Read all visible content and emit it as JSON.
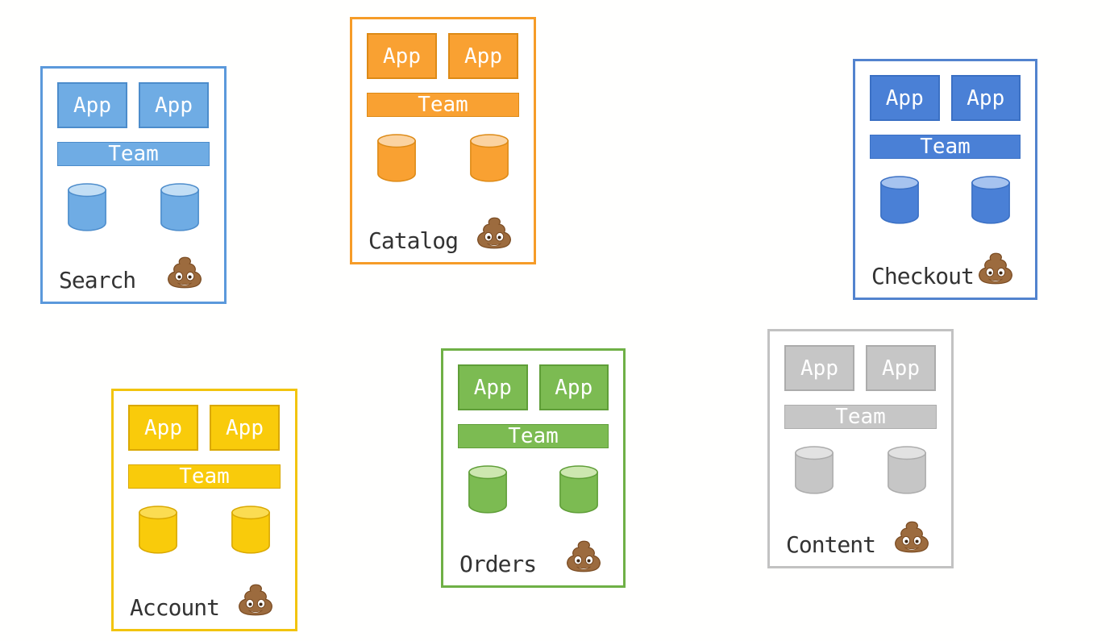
{
  "background_color": "#ffffff",
  "label_color": "#333333",
  "teams": [
    {
      "id": "search",
      "label": "Search",
      "app_label": "App",
      "app_count": 2,
      "team_label": "Team",
      "database_count": 2,
      "status_icon": "poop-emoji",
      "colors": {
        "fill": "#6FACE4",
        "border": "#5B99DB",
        "outline": "#4C8CCB",
        "cylinder_top": "#C2DEF5"
      }
    },
    {
      "id": "catalog",
      "label": "Catalog",
      "app_label": "App",
      "app_count": 2,
      "team_label": "Team",
      "database_count": 2,
      "status_icon": "poop-emoji",
      "colors": {
        "fill": "#F9A132",
        "border": "#F69C28",
        "outline": "#DD8A16",
        "cylinder_top": "#FBD3A1"
      }
    },
    {
      "id": "checkout",
      "label": "Checkout",
      "app_label": "App",
      "app_count": 2,
      "team_label": "Team",
      "database_count": 2,
      "status_icon": "poop-emoji",
      "colors": {
        "fill": "#4A80D6",
        "border": "#5283CE",
        "outline": "#3B70C4",
        "cylinder_top": "#A6C3EF"
      }
    },
    {
      "id": "account",
      "label": "Account",
      "app_label": "App",
      "app_count": 2,
      "team_label": "Team",
      "database_count": 2,
      "status_icon": "poop-emoji",
      "colors": {
        "fill": "#F9CB0B",
        "border": "#F2C40E",
        "outline": "#D9A800",
        "cylinder_top": "#FBDC52"
      }
    },
    {
      "id": "orders",
      "label": "Orders",
      "app_label": "App",
      "app_count": 2,
      "team_label": "Team",
      "database_count": 2,
      "status_icon": "poop-emoji",
      "colors": {
        "fill": "#7CBB52",
        "border": "#6FB046",
        "outline": "#5F9E38",
        "cylinder_top": "#CDE7B0"
      }
    },
    {
      "id": "content",
      "label": "Content",
      "app_label": "App",
      "app_count": 2,
      "team_label": "Team",
      "database_count": 2,
      "status_icon": "poop-emoji",
      "colors": {
        "fill": "#C6C6C6",
        "border": "#C2C2C2",
        "outline": "#ACACAC",
        "cylinder_top": "#E2E2E2"
      }
    }
  ]
}
